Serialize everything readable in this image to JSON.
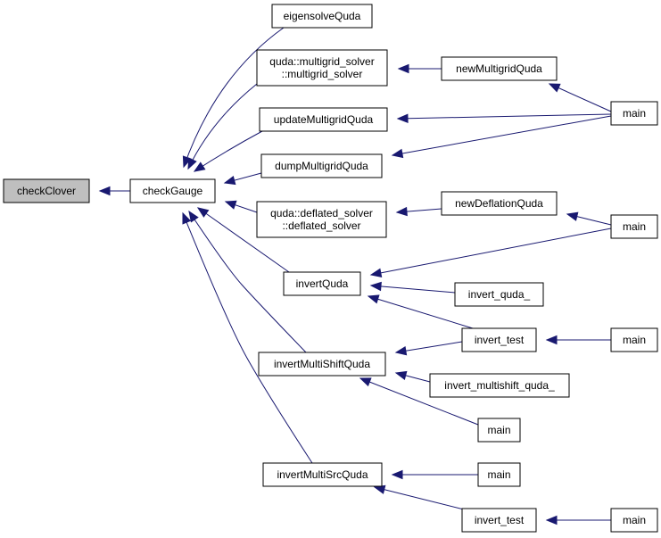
{
  "graph": {
    "root": "n0",
    "colors": {
      "edge": "#191970",
      "root_fill": "#bfbfbf",
      "node_fill": "#ffffff",
      "node_stroke": "#000000"
    },
    "nodes": [
      {
        "id": "n0",
        "lines": [
          "checkClover"
        ]
      },
      {
        "id": "n1",
        "lines": [
          "checkGauge"
        ]
      },
      {
        "id": "n2",
        "lines": [
          "eigensolveQuda"
        ]
      },
      {
        "id": "n3",
        "lines": [
          "quda::multigrid_solver",
          "::multigrid_solver"
        ]
      },
      {
        "id": "n4",
        "lines": [
          "updateMultigridQuda"
        ]
      },
      {
        "id": "n5",
        "lines": [
          "dumpMultigridQuda"
        ]
      },
      {
        "id": "n6",
        "lines": [
          "quda::deflated_solver",
          "::deflated_solver"
        ]
      },
      {
        "id": "n7",
        "lines": [
          "invertQuda"
        ]
      },
      {
        "id": "n8",
        "lines": [
          "invertMultiShiftQuda"
        ]
      },
      {
        "id": "n9",
        "lines": [
          "invertMultiSrcQuda"
        ]
      },
      {
        "id": "n10",
        "lines": [
          "newMultigridQuda"
        ]
      },
      {
        "id": "n11",
        "lines": [
          "newDeflationQuda"
        ]
      },
      {
        "id": "n12",
        "lines": [
          "invert_quda_"
        ]
      },
      {
        "id": "n13",
        "lines": [
          "invert_test"
        ]
      },
      {
        "id": "n14",
        "lines": [
          "invert_multishift_quda_"
        ]
      },
      {
        "id": "n15",
        "lines": [
          "main"
        ]
      },
      {
        "id": "n16",
        "lines": [
          "main"
        ]
      },
      {
        "id": "n17",
        "lines": [
          "invert_test"
        ]
      },
      {
        "id": "n18",
        "lines": [
          "main"
        ]
      },
      {
        "id": "n19",
        "lines": [
          "main"
        ]
      },
      {
        "id": "n20",
        "lines": [
          "main"
        ]
      },
      {
        "id": "n21",
        "lines": [
          "main"
        ]
      }
    ],
    "edges": [
      {
        "from": "n1",
        "to": "n0"
      },
      {
        "from": "n2",
        "to": "n1"
      },
      {
        "from": "n3",
        "to": "n1"
      },
      {
        "from": "n4",
        "to": "n1"
      },
      {
        "from": "n5",
        "to": "n1"
      },
      {
        "from": "n6",
        "to": "n1"
      },
      {
        "from": "n7",
        "to": "n1"
      },
      {
        "from": "n8",
        "to": "n1"
      },
      {
        "from": "n9",
        "to": "n1"
      },
      {
        "from": "n10",
        "to": "n3"
      },
      {
        "from": "n18",
        "to": "n10"
      },
      {
        "from": "n18",
        "to": "n4"
      },
      {
        "from": "n18",
        "to": "n5"
      },
      {
        "from": "n11",
        "to": "n6"
      },
      {
        "from": "n19",
        "to": "n11"
      },
      {
        "from": "n19",
        "to": "n7"
      },
      {
        "from": "n12",
        "to": "n7"
      },
      {
        "from": "n13",
        "to": "n7"
      },
      {
        "from": "n13",
        "to": "n8"
      },
      {
        "from": "n20",
        "to": "n13"
      },
      {
        "from": "n14",
        "to": "n8"
      },
      {
        "from": "n15",
        "to": "n8"
      },
      {
        "from": "n16",
        "to": "n9"
      },
      {
        "from": "n17",
        "to": "n9"
      },
      {
        "from": "n21",
        "to": "n17"
      }
    ]
  }
}
